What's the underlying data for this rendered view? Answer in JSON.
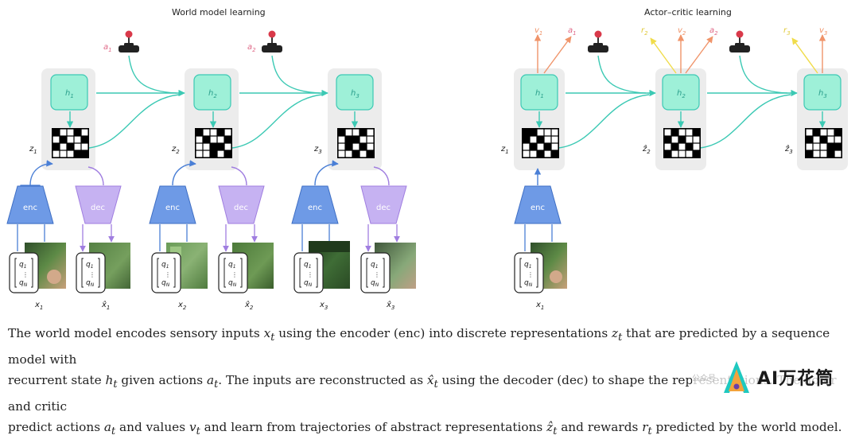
{
  "titles": {
    "world_model": "World model learning",
    "actor_critic": "Actor–critic learning"
  },
  "labels": {
    "enc": "enc",
    "dec": "dec",
    "h1": "h",
    "h1_sub": "1",
    "h2": "h",
    "h2_sub": "2",
    "h3": "h",
    "h3_sub": "3",
    "z": "z",
    "zhat": "ẑ",
    "x": "x",
    "xhat": "x̂",
    "a": "a",
    "v": "v",
    "r": "r",
    "q1": "q",
    "q1_sub": "1",
    "qN": "q",
    "qN_sub": "N",
    "vdots": "⋮",
    "sub1": "1",
    "sub2": "2",
    "sub3": "3"
  },
  "caption": {
    "line1_pre": "The world model encodes sensory inputs ",
    "line1_x": "x",
    "line1_x_sub": "t",
    "line1_mid": " using the encoder (enc) into discrete representations ",
    "line1_z": "z",
    "line1_z_sub": "t",
    "line1_post": " that are predicted by a sequence model with",
    "line2_pre": "recurrent state ",
    "line2_h": "h",
    "line2_h_sub": "t",
    "line2_mid": " given actions ",
    "line2_a": "a",
    "line2_a_sub": "t",
    "line2_post": ". The inputs are reconstructed as ",
    "line2_xhat": "x̂",
    "line2_xhat_sub": "t",
    "line2_tail": " using the decoder (dec) to shape the representations. The actor and critic",
    "line3_pre": "predict actions ",
    "line3_a": "a",
    "line3_a_sub": "t",
    "line3_mid": " and values ",
    "line3_v": "v",
    "line3_v_sub": "t",
    "line3_mid2": " and learn from trajectories of abstract representations ",
    "line3_zhat": "ẑ",
    "line3_zhat_sub": "t",
    "line3_mid3": " and rewards ",
    "line3_r": "r",
    "line3_r_sub": "t",
    "line3_post": " predicted by the world model."
  },
  "watermark": {
    "logo_letter": "A",
    "text": "AI万花筒",
    "wechat_text": "公众号"
  },
  "colors": {
    "teal": "#3cc9b4",
    "teal_fill": "#9ef0d8",
    "blue": "#4a7fd6",
    "blue_fill": "#6e9ae6",
    "purple": "#a07ee0",
    "purple_fill": "#c6b2f2",
    "action_red": "#e06a88",
    "orange": "#f0946a",
    "yellow": "#f0dc4a",
    "gray_panel": "#ececec"
  }
}
